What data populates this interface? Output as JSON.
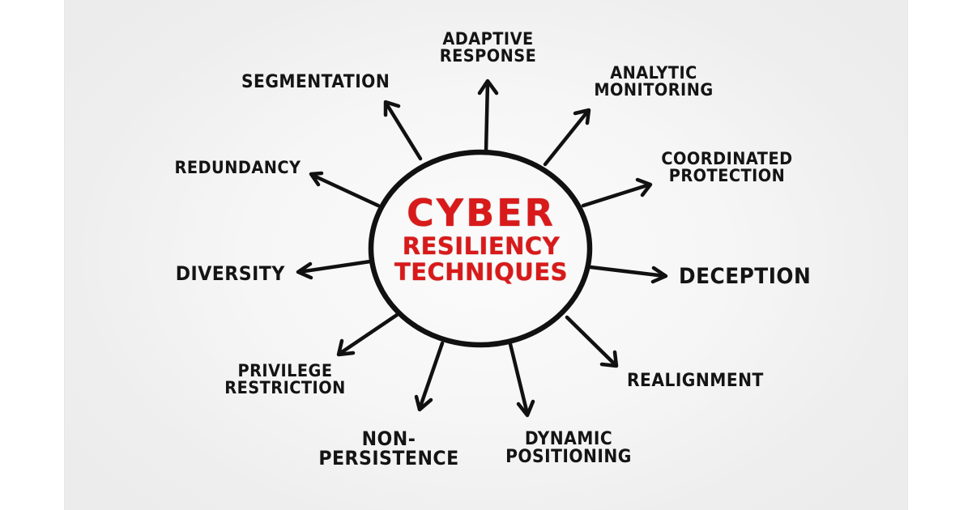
{
  "colors": {
    "title_red": "#d81a1a",
    "ink": "#141414",
    "background": "#f4f4f4",
    "margin": "#ffffff"
  },
  "hub": {
    "line1": "CYBER",
    "line2": "RESILIENCY",
    "line3": "TECHNIQUES"
  },
  "branches": [
    {
      "id": "adaptive-response",
      "line1": "ADAPTIVE",
      "line2": "RESPONSE"
    },
    {
      "id": "analytic-monitoring",
      "line1": "ANALYTIC",
      "line2": "MONITORING"
    },
    {
      "id": "coordinated-protection",
      "line1": "COORDINATED",
      "line2": "PROTECTION"
    },
    {
      "id": "deception",
      "line1": "DECEPTION"
    },
    {
      "id": "realignment",
      "line1": "REALIGNMENT"
    },
    {
      "id": "dynamic-positioning",
      "line1": "DYNAMIC",
      "line2": "POSITIONING"
    },
    {
      "id": "non-persistence",
      "line1": "NON-",
      "line2": "PERSISTENCE"
    },
    {
      "id": "privilege-restriction",
      "line1": "PRIVILEGE",
      "line2": "RESTRICTION"
    },
    {
      "id": "diversity",
      "line1": "DIVERSITY"
    },
    {
      "id": "redundancy",
      "line1": "REDUNDANCY"
    },
    {
      "id": "segmentation",
      "line1": "SEGMENTATION"
    }
  ]
}
